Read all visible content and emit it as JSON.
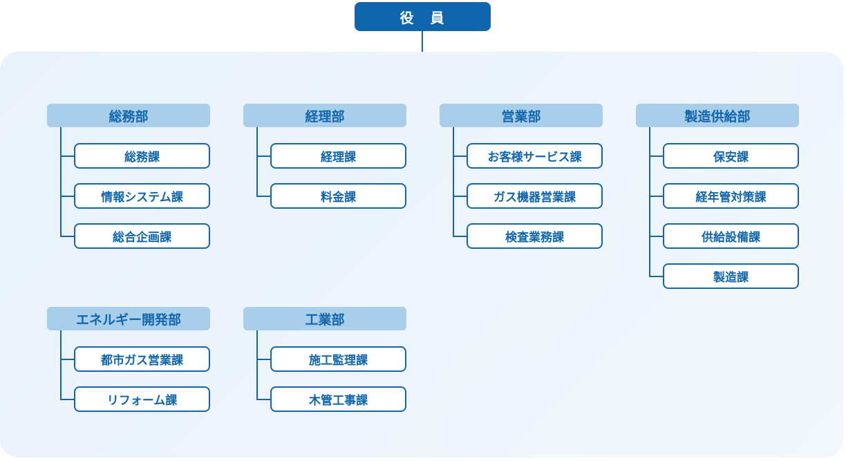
{
  "root": {
    "label": "役　員"
  },
  "colors": {
    "accent_blue": "#1066ad",
    "header_bg": "#a9cee9",
    "container_bg": "#ecf3fa",
    "root_bg": "#1066ad",
    "section_bg": "#ffffff"
  },
  "departments": [
    {
      "name": "総務部",
      "sections": [
        "総務課",
        "情報システム課",
        "総合企画課"
      ]
    },
    {
      "name": "経理部",
      "sections": [
        "経理課",
        "料金課"
      ]
    },
    {
      "name": "営業部",
      "sections": [
        "お客様サービス課",
        "ガス機器営業課",
        "検査業務課"
      ]
    },
    {
      "name": "製造供給部",
      "sections": [
        "保安課",
        "経年管対策課",
        "供給設備課",
        "製造課"
      ]
    },
    {
      "name": "エネルギー開発部",
      "sections": [
        "都市ガス営業課",
        "リフォーム課"
      ]
    },
    {
      "name": "工業部",
      "sections": [
        "施工監理課",
        "木管工事課"
      ]
    }
  ]
}
